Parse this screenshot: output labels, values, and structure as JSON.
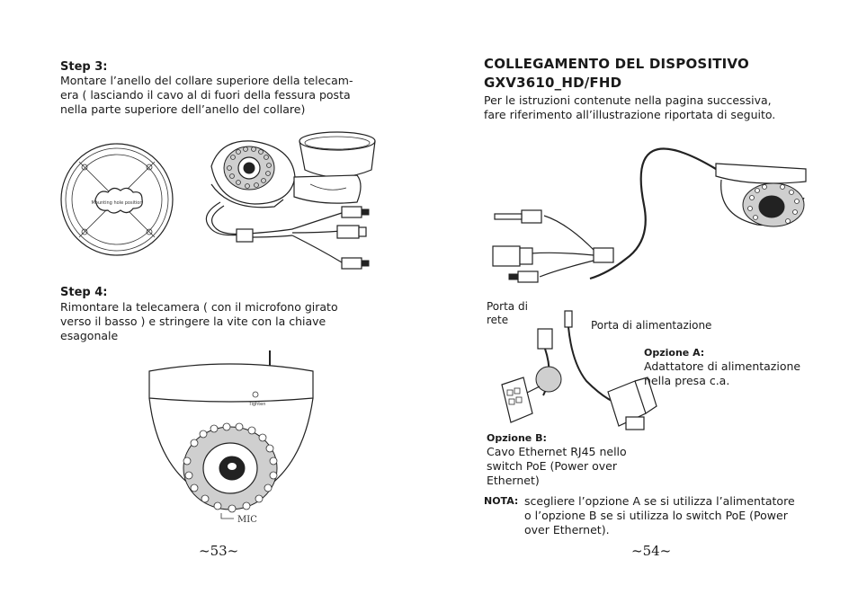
{
  "left_page": {
    "step3": {
      "title": "Step 3:",
      "lines": [
        "Montare l’anello del collare superiore della telecam-",
        "era ( lasciando il cavo al di fuori della fessura posta",
        "nella parte superiore dell’anello del collare)"
      ],
      "figure_label": "Mounting hole position"
    },
    "step4": {
      "title": "Step 4:",
      "lines": [
        "Rimontare la telecamera ( con il microfono girato",
        "verso il basso ) e stringere la vite con la chiave",
        "esagonale"
      ],
      "tighten_label": "Tighten",
      "mic_label": "MIC"
    },
    "page_number": "~53~"
  },
  "right_page": {
    "title_lines": [
      "COLLEGAMENTO DEL DISPOSITIVO",
      "GXV3610_HD/FHD"
    ],
    "intro_lines": [
      "Per le istruzioni contenute nella pagina successiva,",
      "fare riferimento all’illustrazione riportata di seguito."
    ],
    "network_port_lines": [
      "Porta di",
      "rete"
    ],
    "power_port": "Porta di alimentazione",
    "option_a": {
      "title": "Opzione A:",
      "lines": [
        "Adattatore di alimentazione",
        "nella presa c.a."
      ]
    },
    "option_b": {
      "title": "Opzione B:",
      "lines": [
        "Cavo Ethernet RJ45 nello",
        "switch  PoE  (Power  over",
        "Ethernet)"
      ]
    },
    "note": {
      "label": "NOTA:",
      "lines": [
        "scegliere l’opzione A se si utilizza l’alimentatore",
        "o l’opzione B se si utilizza lo switch PoE (Power",
        "over Ethernet)."
      ]
    },
    "page_number": "~54~"
  }
}
